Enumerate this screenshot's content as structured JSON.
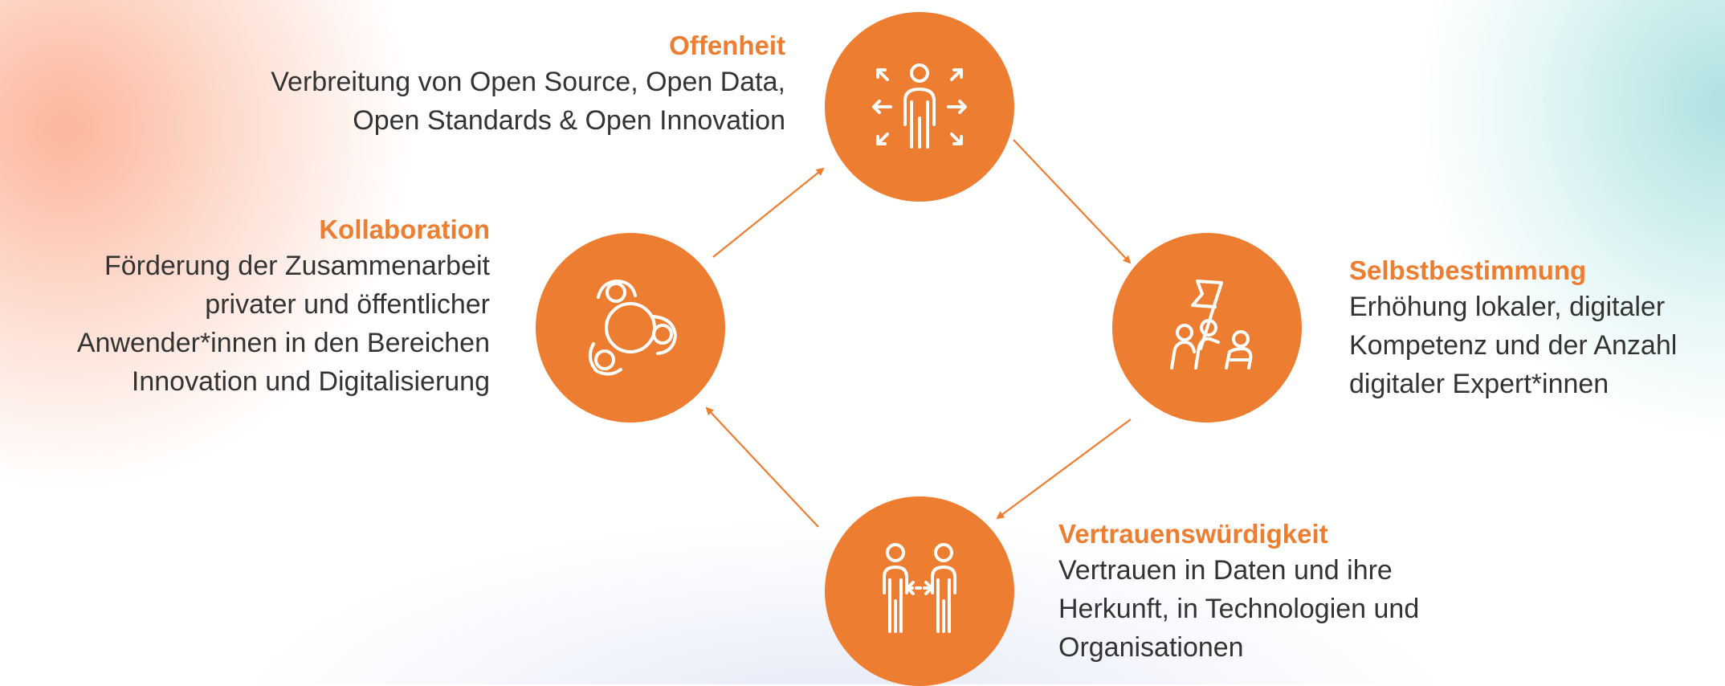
{
  "nodes": [
    {
      "id": "offenheit",
      "icon": "people-spread-arrows-icon",
      "title": "Offenheit",
      "lines": [
        "Verbreitung von Open Source, Open Data,",
        "Open Standards & Open Innovation"
      ]
    },
    {
      "id": "selbstbestimmung",
      "icon": "flag-team-icon",
      "title": "Selbstbestimmung",
      "lines": [
        "Erhöhung lokaler, digitaler",
        "Kompetenz und der Anzahl",
        "digitaler Expert*innen"
      ]
    },
    {
      "id": "vertrauenswuerdigkeit",
      "icon": "two-people-exchange-icon",
      "title": "Vertrauenswürdigkeit",
      "lines": [
        "Vertrauen in Daten und ihre",
        "Herkunft, in Technologien und",
        "Organisationen"
      ]
    },
    {
      "id": "kollaboration",
      "icon": "team-circle-icon",
      "title": "Kollaboration",
      "lines": [
        "Förderung der Zusammenarbeit",
        "privater und öffentlicher",
        "Anwender*innen in den Bereichen",
        "Innovation und Digitalisierung"
      ]
    }
  ],
  "colors": {
    "accent": "#ed7d31",
    "text": "#333333"
  }
}
